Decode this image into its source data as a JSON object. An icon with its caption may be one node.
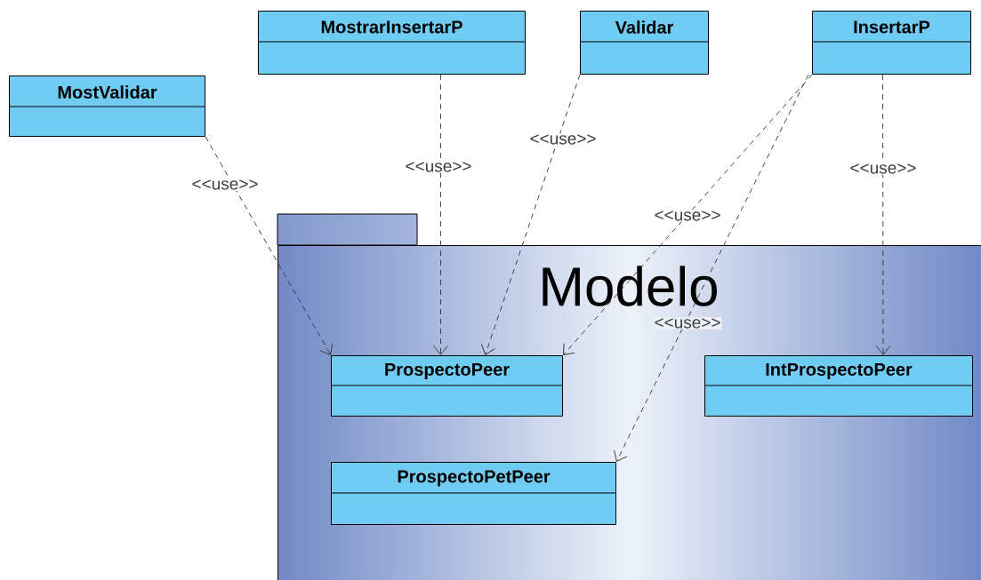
{
  "diagram": {
    "nodes": [
      {
        "text": [
          "MostValidar"
        ]
      },
      {
        "text": [
          "MostrarInsertarP"
        ]
      },
      {
        "text": [
          "Validar"
        ]
      },
      {
        "text": [
          "InsertarP"
        ]
      },
      {
        "text": [
          "Modelo"
        ]
      },
      {
        "text": [
          "ProspectoPeer"
        ],
        "in": 4
      },
      {
        "text": [
          "IntProspectoPeer"
        ],
        "in": 4
      },
      {
        "text": [
          "ProspectoPetPeer"
        ],
        "in": 4
      }
    ],
    "edges": [
      {
        "from": 0,
        "to": 5,
        "arrow": "to",
        "label": "<<use>>"
      },
      {
        "from": 1,
        "to": 5,
        "arrow": "to",
        "label": "<<use>>"
      },
      {
        "from": 2,
        "to": 5,
        "arrow": "to",
        "label": "<<use>>"
      },
      {
        "from": 3,
        "to": 5,
        "arrow": "to",
        "label": "<<use>>"
      },
      {
        "from": 3,
        "to": 7,
        "arrow": "to",
        "label": "<<use>>"
      },
      {
        "from": 3,
        "to": 6,
        "arrow": "to",
        "label": "<<use>>"
      }
    ]
  }
}
